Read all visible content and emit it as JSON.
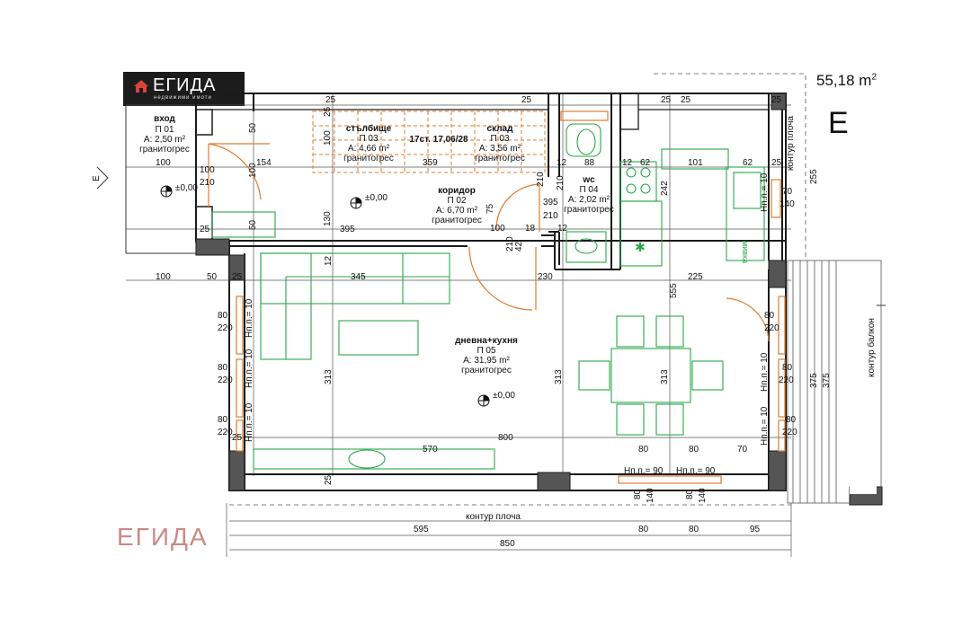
{
  "brand": {
    "logo_text": "ЕГИДА",
    "logo_subtext": "недвижими имоти",
    "watermark": "ЕГИДА"
  },
  "total_area": {
    "value": "55,18 m",
    "sup": "2"
  },
  "orientation_mark": "E",
  "side_mark": "E",
  "rooms": {
    "entrance": {
      "name": "вход",
      "code": "П 01",
      "area": "А: 2,50 m²",
      "floor": "гранитогрес"
    },
    "corridor": {
      "name": "коридор",
      "code": "П 02",
      "area": "А: 6,70 m²",
      "floor": "гранитогрес"
    },
    "stairs": {
      "name": "стълбище",
      "code": "П 03",
      "area": "А: 4,66 m²",
      "floor": "гранитогрес"
    },
    "storage": {
      "name": "склад",
      "code": "П 03",
      "area": "А: 3,56 m²",
      "floor": "гранитогрес"
    },
    "wc": {
      "name": "wc",
      "code": "П 04",
      "area": "А: 2,02 m²",
      "floor": "гранитогрес"
    },
    "living": {
      "name": "дневна+кухня",
      "code": "П 05",
      "area": "А: 31,95 m²",
      "floor": "гранитогрес"
    }
  },
  "stair_note": "17ст. 17,06/28",
  "levels": {
    "entrance": "±0,00",
    "corridor": "±0,00",
    "living": "±0,00"
  },
  "labels": {
    "contour_slab_top": "контур плоча",
    "contour_slab_bottom": "контур плоча",
    "contour_balcony": "контур балкон",
    "sink_label": "мивка"
  },
  "dims": {
    "top": [
      "25",
      "25",
      "25",
      "25",
      "25"
    ],
    "row1": [
      "100",
      "154",
      "359",
      "12",
      "88",
      "12",
      "62",
      "101",
      "62",
      "25"
    ],
    "row2": [
      "100",
      "210",
      "100",
      "50",
      "130",
      "395",
      "75",
      "210",
      "100",
      "18",
      "12",
      "210",
      "42",
      "242",
      "70",
      "140"
    ],
    "row3": [
      "100",
      "50",
      "25",
      "345",
      "230",
      "225",
      "555"
    ],
    "left_windows": [
      "80",
      "220",
      "80",
      "220",
      "80",
      "220"
    ],
    "window_sills": [
      "Нп.п.= 10",
      "Нп.п.= 10",
      "Нп.п.= 10",
      "Нп.п.= 10",
      "Нп.п.= 10",
      "Нп.п.= 10"
    ],
    "right": [
      "80",
      "220",
      "80",
      "220",
      "80",
      "220",
      "255",
      "375",
      "375"
    ],
    "inner_vertical": [
      "313",
      "313",
      "313"
    ],
    "misc": [
      "25",
      "50",
      "100",
      "230",
      "12",
      "12",
      "70",
      "90",
      "62",
      "100",
      "12",
      "88",
      "100",
      "25",
      "25"
    ],
    "bottom_inner": [
      "570",
      "800",
      "80",
      "80",
      "70",
      "25"
    ],
    "door_sills": [
      "Нп.п.= 90",
      "Нп.п.= 90"
    ],
    "door_dims": [
      "80",
      "140",
      "80",
      "140"
    ],
    "bottom_total_row": [
      "595",
      "80",
      "80",
      "95"
    ],
    "overall": "850"
  },
  "colors": {
    "wall": "#1a1a1a",
    "furniture": "#2aa54a",
    "opening": "#e07a2a",
    "dimension": "#333333",
    "watermark": "#c98a86"
  }
}
